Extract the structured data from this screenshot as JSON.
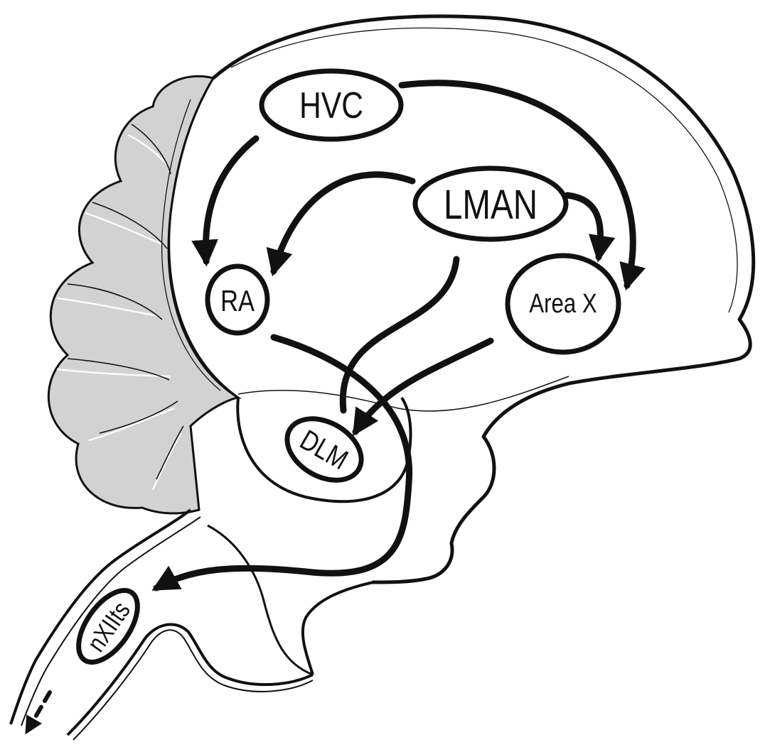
{
  "diagram": {
    "colors": {
      "ink": "#111111",
      "cerebellum_fill": "#d2d2d2",
      "background": "#ffffff"
    },
    "nuclei": {
      "hvc": "HVC",
      "lman": "LMAN",
      "ra": "RA",
      "area_x": "Area X",
      "dlm": "DLM",
      "nxiits": "nXIIts"
    },
    "connections": [
      {
        "from": "HVC",
        "to": "RA"
      },
      {
        "from": "HVC",
        "to": "Area X"
      },
      {
        "from": "LMAN",
        "to": "RA"
      },
      {
        "from": "LMAN",
        "to": "Area X"
      },
      {
        "from": "Area X",
        "to": "DLM"
      },
      {
        "from": "DLM",
        "to": "LMAN"
      },
      {
        "from": "RA",
        "to": "nXIIts"
      }
    ]
  }
}
